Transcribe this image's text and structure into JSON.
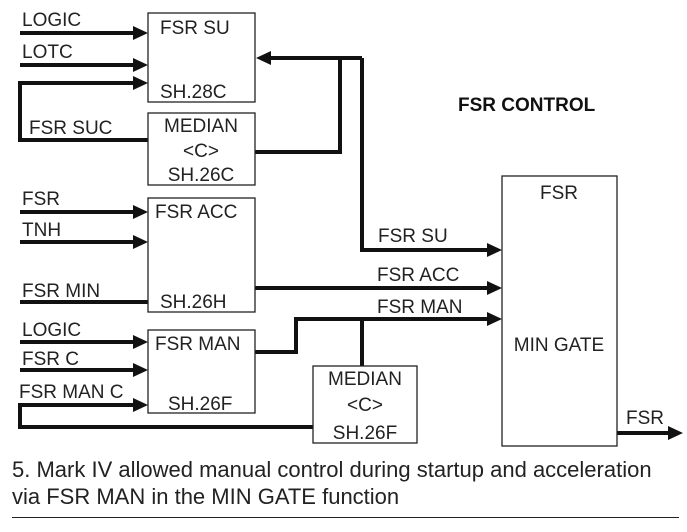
{
  "diagram": {
    "title": "FSR CONTROL",
    "blocks": {
      "fsr_su": {
        "title": "FSR SU",
        "sheet": "SH.28C"
      },
      "median_top": {
        "title": "MEDIAN",
        "sub": "<C>",
        "sheet": "SH.26C"
      },
      "fsr_acc": {
        "title": "FSR ACC",
        "sheet": "SH.26H"
      },
      "fsr_man": {
        "title": "FSR MAN",
        "sheet": "SH.26F"
      },
      "median_bottom": {
        "title": "MEDIAN",
        "sub": "<C>",
        "sheet": "SH.26F"
      },
      "min_gate": {
        "title": "FSR",
        "func": "MIN GATE"
      }
    },
    "inputs": {
      "logic_top": "LOGIC",
      "lotc": "LOTC",
      "fsr_suc": "FSR SUC",
      "fsr": "FSR",
      "tnh": "TNH",
      "fsr_min": "FSR MIN",
      "logic_bottom": "LOGIC",
      "fsr_c": "FSR C",
      "fsr_man_c": "FSR MAN C"
    },
    "signals": {
      "fsr_su": "FSR SU",
      "fsr_acc": "FSR ACC",
      "fsr_man": "FSR MAN",
      "output": "FSR"
    }
  },
  "caption": "5. Mark IV allowed manual control during startup and acceleration via FSR MAN in the MIN GATE function"
}
